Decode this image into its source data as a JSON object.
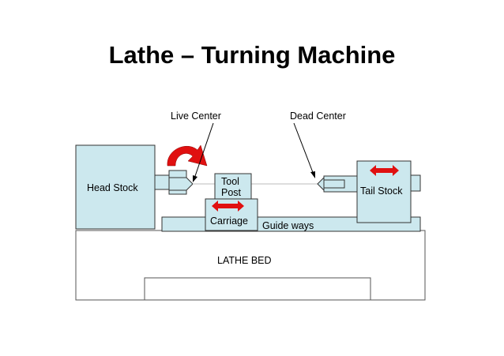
{
  "title": "Lathe – Turning Machine",
  "labels": {
    "live_center": "Live Center",
    "dead_center": "Dead Center",
    "head_stock": "Head Stock",
    "tool_post_line1": "Tool",
    "tool_post_line2": "Post",
    "tail_stock": "Tail Stock",
    "carriage": "Carriage",
    "guide_ways": "Guide ways",
    "lathe_bed": "LATHE  BED"
  },
  "colors": {
    "component_fill": "#cce8ee",
    "outline": "#333333",
    "arrow_red": "#e01010"
  },
  "icons": {
    "rotation_indicator": "curved-rotation-arrow-icon",
    "movement_indicator": "double-headed-arrow-icon"
  }
}
